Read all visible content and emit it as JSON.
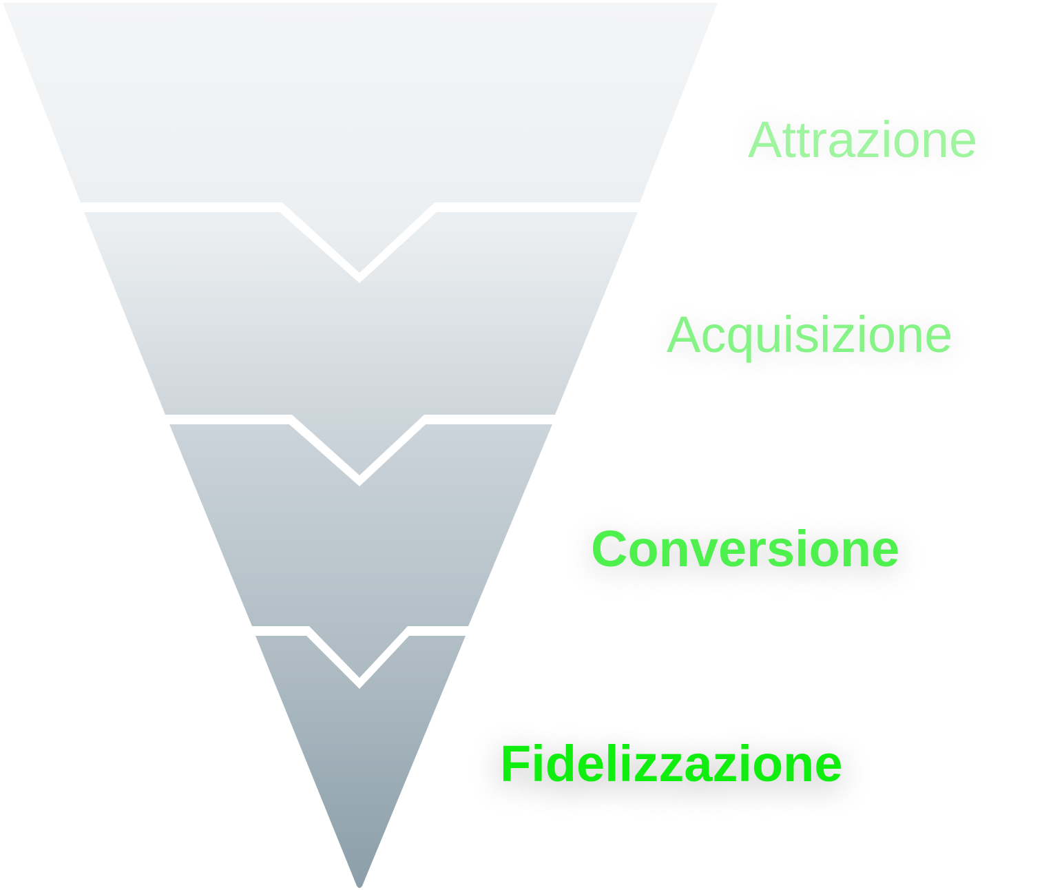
{
  "diagram": {
    "type": "funnel",
    "colors": {
      "funnel_top": "#f4f5f7",
      "funnel_bottom": "#8b9ea9",
      "separator": "#ffffff"
    },
    "stages": [
      {
        "label": "Attrazione",
        "color": "#9ff59f"
      },
      {
        "label": "Acquisizione",
        "color": "#86f386"
      },
      {
        "label": "Conversione",
        "color": "#4ef04e"
      },
      {
        "label": "Fidelizzazione",
        "color": "#10ee10"
      }
    ]
  }
}
